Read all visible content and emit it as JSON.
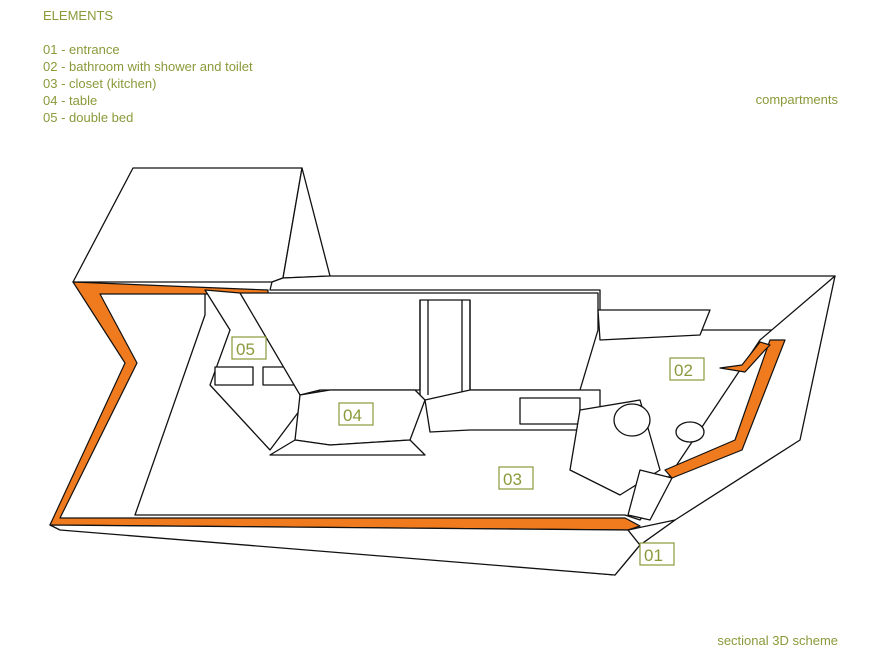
{
  "legend": {
    "title": "ELEMENTS",
    "items": [
      {
        "code": "01",
        "text": "01 - entrance"
      },
      {
        "code": "02",
        "text": "02 - bathroom with shower and toilet"
      },
      {
        "code": "03",
        "text": "03 - closet (kitchen)"
      },
      {
        "code": "04",
        "text": "04 - table"
      },
      {
        "code": "05",
        "text": "05 - double bed"
      }
    ]
  },
  "labels": {
    "compartments": "compartments",
    "caption": "sectional 3D scheme"
  },
  "tags": [
    "01",
    "02",
    "03",
    "04",
    "05"
  ],
  "colors": {
    "accent_text": "#8a9a3a",
    "wall_section": "#f07a1e",
    "line": "#111111"
  }
}
